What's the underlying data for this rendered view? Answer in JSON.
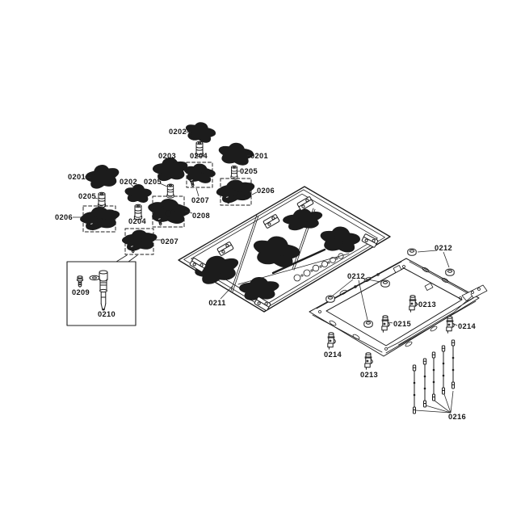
{
  "diagram": {
    "kind": "exploded-parts-diagram",
    "subject": "gas cooktop / hob assembly",
    "background_color": "#ffffff",
    "line_color": "#1c1c1c",
    "box_styles": {
      "detail_box": "solid",
      "grouping_box": "dashed"
    }
  },
  "labels": [
    {
      "text": "0202"
    },
    {
      "text": "0203"
    },
    {
      "text": "0204"
    },
    {
      "text": "0201"
    },
    {
      "text": "0205"
    },
    {
      "text": "0201"
    },
    {
      "text": "0202"
    },
    {
      "text": "0205"
    },
    {
      "text": "0205"
    },
    {
      "text": "0206"
    },
    {
      "text": "0206"
    },
    {
      "text": "0207"
    },
    {
      "text": "0208"
    },
    {
      "text": "0204"
    },
    {
      "text": "0207"
    },
    {
      "text": "0209"
    },
    {
      "text": "0210"
    },
    {
      "text": "0211"
    },
    {
      "text": "0212"
    },
    {
      "text": "0212"
    },
    {
      "text": "0213"
    },
    {
      "text": "0215"
    },
    {
      "text": "0214"
    },
    {
      "text": "0214"
    },
    {
      "text": "0213"
    },
    {
      "text": "0216"
    }
  ]
}
